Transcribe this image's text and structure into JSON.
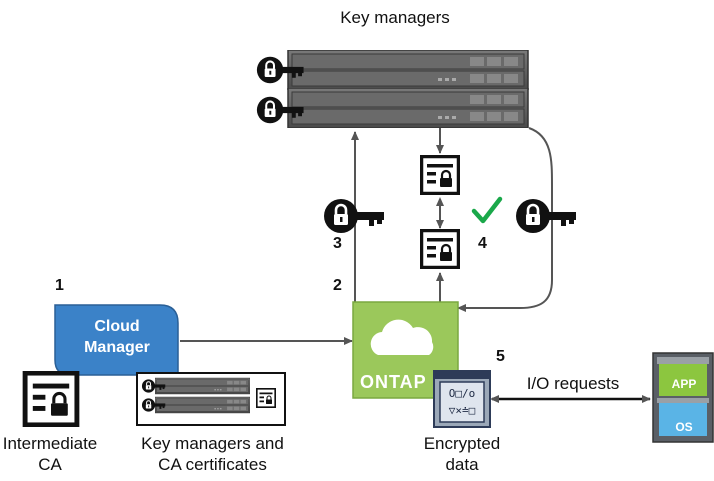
{
  "title": "Key managers",
  "steps": {
    "s1": "1",
    "s2": "2",
    "s3": "3",
    "s4": "4",
    "s5": "5"
  },
  "cloud_manager": {
    "line1": "Cloud",
    "line2": "Manager",
    "color": "#3b82c8"
  },
  "ontap": {
    "label": "ONTAP",
    "color": "#9bc85b"
  },
  "labels": {
    "intermediate_ca_1": "Intermediate",
    "intermediate_ca_2": "CA",
    "km_ca_certs_1": "Key managers and",
    "km_ca_certs_2": "CA certificates",
    "encrypted_1": "Encrypted",
    "encrypted_2": "data",
    "io_requests": "I/O requests"
  },
  "server_stack": {
    "app": "APP",
    "os": "OS",
    "app_color": "#8cc63f",
    "os_color": "#5ab4e6"
  },
  "icons": {
    "lock_key": "lock-key-icon",
    "certificate": "certificate-icon",
    "checkmark": "checkmark-icon",
    "cloud": "cloud-icon"
  },
  "colors": {
    "check": "#1aa84a",
    "arrow": "#555555",
    "rack": "#5a5a5a"
  }
}
